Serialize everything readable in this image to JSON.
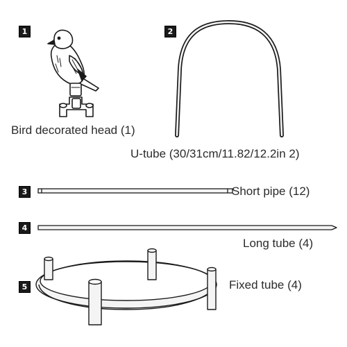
{
  "parts": [
    {
      "number": "1",
      "label": "Bird decorated head (1)",
      "icon": "bird-head-icon"
    },
    {
      "number": "2",
      "label": "U-tube (30/31cm/11.82/12.2in 2)",
      "icon": "u-tube-icon"
    },
    {
      "number": "3",
      "label": "Short pipe (12)",
      "icon": "short-pipe-icon"
    },
    {
      "number": "4",
      "label": "Long tube (4)",
      "icon": "long-tube-icon"
    },
    {
      "number": "5",
      "label": "Fixed tube (4)",
      "icon": "fixed-tube-ring-icon"
    }
  ],
  "colors": {
    "line": "#1a1a1a",
    "tube_fill": "#f4f4f4",
    "text": "#2b2b2b",
    "badge": "#1a1a1a"
  }
}
